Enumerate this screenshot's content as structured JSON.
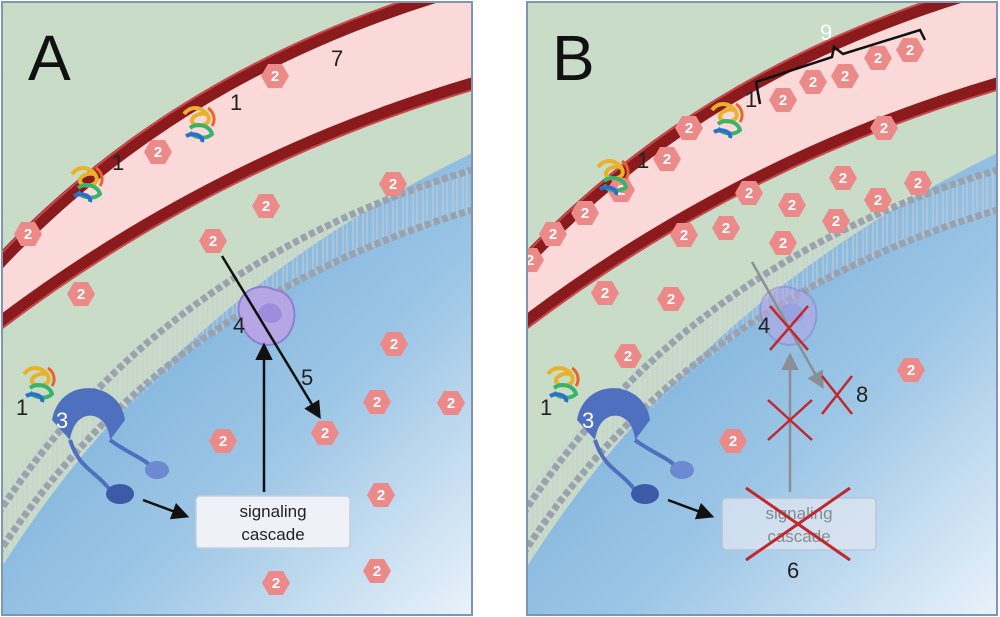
{
  "panels": [
    {
      "letter": "A",
      "labels": {
        "protein": "1",
        "receptor": "3",
        "channel": "4",
        "flow": "5",
        "vessel": "7"
      },
      "hex_label": "2",
      "box_lines": [
        "signaling",
        "cascade"
      ]
    },
    {
      "letter": "B",
      "labels": {
        "protein": "1",
        "receptor": "3",
        "channel": "4",
        "blocked_cascade": "6",
        "blocked_flow": "8",
        "accumulation": "9"
      },
      "hex_label": "2",
      "box_lines": [
        "signaling",
        "cascade"
      ]
    }
  ],
  "colors": {
    "tissue": "#c9dcc8",
    "vessel_lumen": "#fbd9d9",
    "vessel_wall": "#8b1a1d",
    "cell_interior": "#7ab0d8",
    "membrane": "#9aa3ad",
    "hexagon": "#ec8a8a",
    "channel": "#b6a6e6",
    "receptor": "#4f6fbf",
    "cross": "#c0282d"
  }
}
